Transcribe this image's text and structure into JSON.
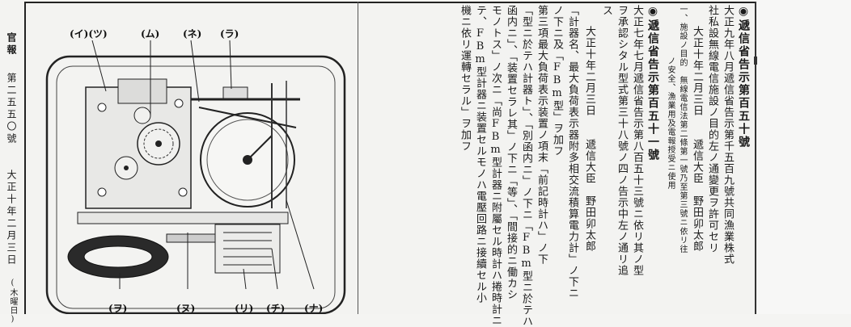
{
  "page_header": {
    "gazette": "官報",
    "issue": "第二五五〇號",
    "date": "大正十年二月三日",
    "weekday": "(木曜日)"
  },
  "figure": {
    "labels_top": [
      "(イ)(ツ)",
      "(ム)",
      "(ネ)",
      "(ラ)"
    ],
    "labels_bottom": [
      "(ヲ)",
      "(ヌ)",
      "(リ)",
      "(チ)",
      "(ナ)"
    ]
  },
  "notice_150": {
    "title": "◉遞信省告示第百五十號",
    "line1": "大正九年八月遞信省告示第千五百九號共同漁業株式",
    "line2": "社私設無線電信施設ノ目的左ノ通變更ヲ許可セリ",
    "date_sign": "大正十年二月三日　　遞信大臣　野田卯太郎",
    "line4": "一、施設ノ目的　無線電信法第二條第一號乃至第三號ニ依リ往",
    "line5": "ノ安全、漁業用及電報授受ニ使用"
  },
  "notice_151": {
    "title": "◉遞信省告示第百五十一號",
    "line1": "大正七年七月遞信省告示第八百五十三號ニ依リ其ノ型",
    "line2": "ヲ承認シタル型式第三十八號ノ四ノ告示中左ノ通リ追",
    "line3": "ス",
    "date_sign": "大正十年二月三日　　遞信大臣　野田卯太郎",
    "line4": "「計器名、最大負荷表示器附多相交流積算電力計」ノ下ニ",
    "line5": "ノ下ニ及「FBm型」ヲ加フ",
    "line6": "第三項最大負荷表示装置ノ項末「前記時計ハ」ノ下",
    "line7": "「型ニ於テハ計器ト」、「別函内ニ」ノ下ニ「FBm型ニ於テハ",
    "line8": "函内ニ」、「装置セラレ其」ノ下ニ「等」、「間接的ニ働カシ",
    "line9": "モノトス」ノ次ニ「尚FBm型計器ニ附屬セル時計ハ捲時計ニ",
    "line10": "テ、FBm型計器ニ装置セルモノハ電壓回路ニ接續セル小",
    "line11": "機ニ依リ運轉セラル」ヲ加フ"
  }
}
